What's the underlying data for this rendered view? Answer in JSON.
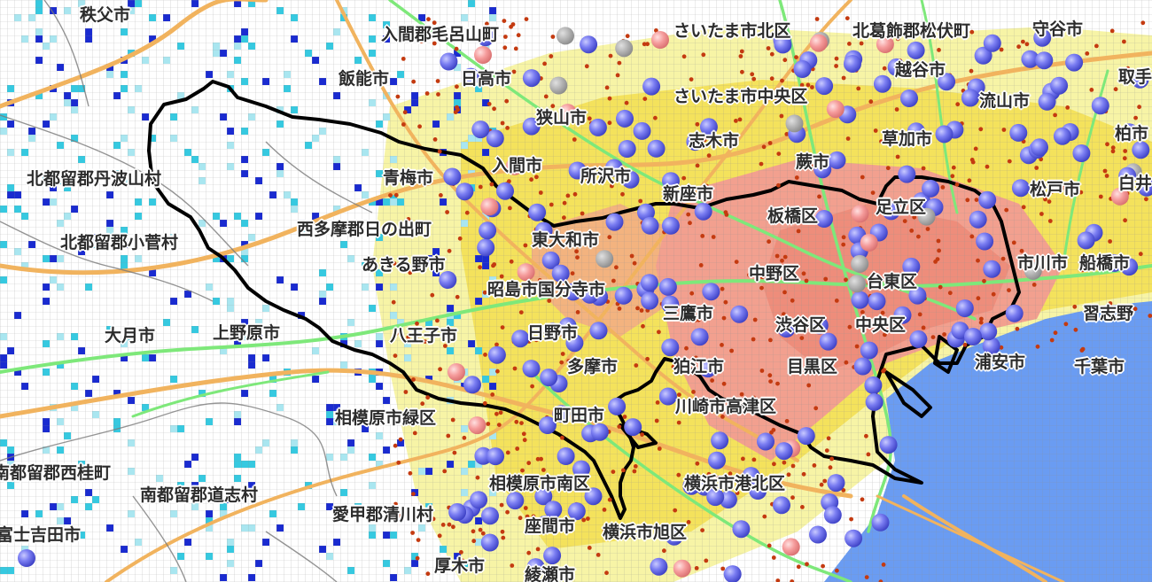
{
  "map": {
    "colors": {
      "sea": "#6a9cf2",
      "grid_line": "#9a9a9a",
      "urban_high": "#f2a08f",
      "urban_mid": "#f4e25c",
      "urban_low": "#f7f4a6",
      "pop_dense": "#1a2bd0",
      "pop_mid": "#36c9e0",
      "pop_low": "#a9e6f0",
      "road_major": "#f1b35e",
      "railway": "#7ee87a",
      "boundary": "#000000",
      "station_marker": "#6f72f0",
      "facility_marker": "#f59b9b",
      "incident_dot": "#c43a10"
    },
    "labels": [
      {
        "id": "chichibu",
        "text": "秩父市"
      },
      {
        "id": "iruma-moroyama",
        "text": "入間郡毛呂山町"
      },
      {
        "id": "saitama-kita",
        "text": "さいたま市北区"
      },
      {
        "id": "kitakatsushika-matsubushi",
        "text": "北葛飾郡松伏町"
      },
      {
        "id": "moriya",
        "text": "守谷市"
      },
      {
        "id": "hanno",
        "text": "飯能市"
      },
      {
        "id": "hidaka",
        "text": "日高市"
      },
      {
        "id": "koshigaya",
        "text": "越谷市"
      },
      {
        "id": "toride",
        "text": "取手"
      },
      {
        "id": "saitama-chuo",
        "text": "さいたま市中央区"
      },
      {
        "id": "nagareyama",
        "text": "流山市"
      },
      {
        "id": "sayama",
        "text": "狭山市"
      },
      {
        "id": "shiki",
        "text": "志木市"
      },
      {
        "id": "soka",
        "text": "草加市"
      },
      {
        "id": "kashiwa",
        "text": "柏市"
      },
      {
        "id": "kitatsuru-tabayama",
        "text": "北都留郡丹波山村"
      },
      {
        "id": "ome",
        "text": "青梅市"
      },
      {
        "id": "iruma",
        "text": "入間市"
      },
      {
        "id": "tokorozawa",
        "text": "所沢市"
      },
      {
        "id": "warabi",
        "text": "蕨市"
      },
      {
        "id": "matsudo",
        "text": "松戸市"
      },
      {
        "id": "shiroi",
        "text": "白井"
      },
      {
        "id": "niiza",
        "text": "新座市"
      },
      {
        "id": "itabashi",
        "text": "板橋区"
      },
      {
        "id": "adachi",
        "text": "足立区"
      },
      {
        "id": "nishitama-hinode",
        "text": "西多摩郡日の出町"
      },
      {
        "id": "kitatsuru-kosuge",
        "text": "北都留郡小菅村"
      },
      {
        "id": "higashiyamato",
        "text": "東大和市"
      },
      {
        "id": "akiruno",
        "text": "あきる野市"
      },
      {
        "id": "ichikawa",
        "text": "市川市"
      },
      {
        "id": "funabashi",
        "text": "船橋市"
      },
      {
        "id": "nakano",
        "text": "中野区"
      },
      {
        "id": "akishima-kokubunji",
        "text": "昭島市国分寺市"
      },
      {
        "id": "taito",
        "text": "台東区"
      },
      {
        "id": "mitaka",
        "text": "三鷹市"
      },
      {
        "id": "narashino",
        "text": "習志野"
      },
      {
        "id": "otsuki",
        "text": "大月市"
      },
      {
        "id": "uenohara",
        "text": "上野原市"
      },
      {
        "id": "hachioji",
        "text": "八王子市"
      },
      {
        "id": "hino",
        "text": "日野市"
      },
      {
        "id": "shibuya",
        "text": "渋谷区"
      },
      {
        "id": "chuo",
        "text": "中央区"
      },
      {
        "id": "urayasu",
        "text": "浦安市"
      },
      {
        "id": "chiba",
        "text": "千葉市"
      },
      {
        "id": "tama",
        "text": "多摩市"
      },
      {
        "id": "komae",
        "text": "狛江市"
      },
      {
        "id": "meguro",
        "text": "目黒区"
      },
      {
        "id": "kawasaki-takatsu",
        "text": "川崎市高津区"
      },
      {
        "id": "sagamihara-midori",
        "text": "相模原市緑区"
      },
      {
        "id": "machida",
        "text": "町田市"
      },
      {
        "id": "minamitsuru-nishikatsura",
        "text": "南都留郡西桂町"
      },
      {
        "id": "minamitsuru-doshi",
        "text": "南都留郡道志村"
      },
      {
        "id": "sagamihara-minami",
        "text": "相模原市南区"
      },
      {
        "id": "yokohama-kohoku",
        "text": "横浜市港北区"
      },
      {
        "id": "fujiyoshida",
        "text": "富士吉田市"
      },
      {
        "id": "aiko-kiyokawa",
        "text": "愛甲郡清川村"
      },
      {
        "id": "zama",
        "text": "座間市"
      },
      {
        "id": "yokohama-asahi",
        "text": "横浜市旭区"
      },
      {
        "id": "atsugi",
        "text": "厚木市"
      },
      {
        "id": "ayase",
        "text": "綾瀬市"
      }
    ]
  }
}
